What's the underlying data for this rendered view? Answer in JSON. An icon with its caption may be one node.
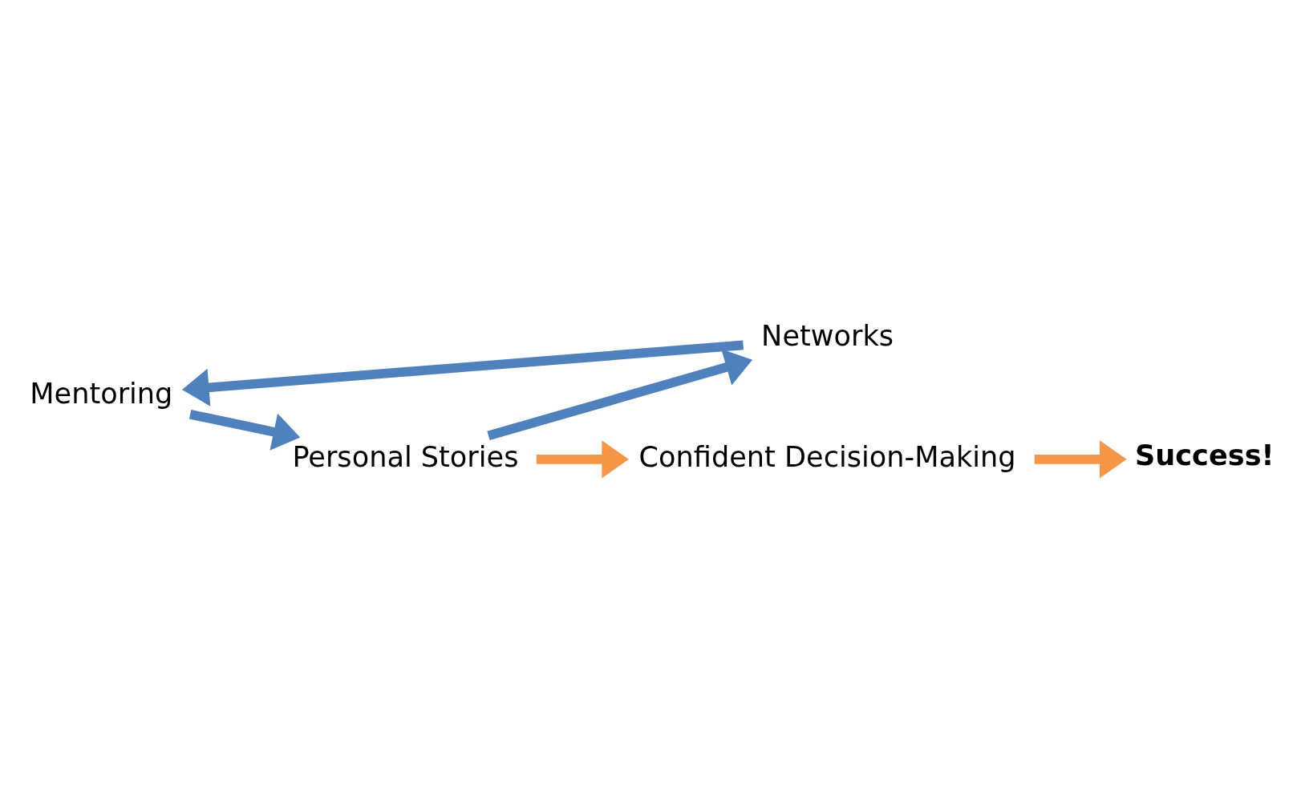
{
  "diagram": {
    "nodes": [
      {
        "text": [
          "Mentoring"
        ]
      },
      {
        "text": [
          "Personal Stories"
        ]
      },
      {
        "text": [
          "Networks"
        ]
      },
      {
        "text": [
          "Confident Decision-Making"
        ]
      },
      {
        "text": [
          "Success!"
        ]
      }
    ],
    "edges": [
      {
        "from": 0,
        "to": 1,
        "arrow": "to"
      },
      {
        "from": 1,
        "to": 2,
        "arrow": "to"
      },
      {
        "from": 2,
        "to": 0,
        "arrow": "to"
      },
      {
        "from": 1,
        "to": 3,
        "arrow": "to",
        "color": "#f79646"
      },
      {
        "from": 3,
        "to": 4,
        "arrow": "to",
        "color": "#f79646"
      }
    ]
  }
}
